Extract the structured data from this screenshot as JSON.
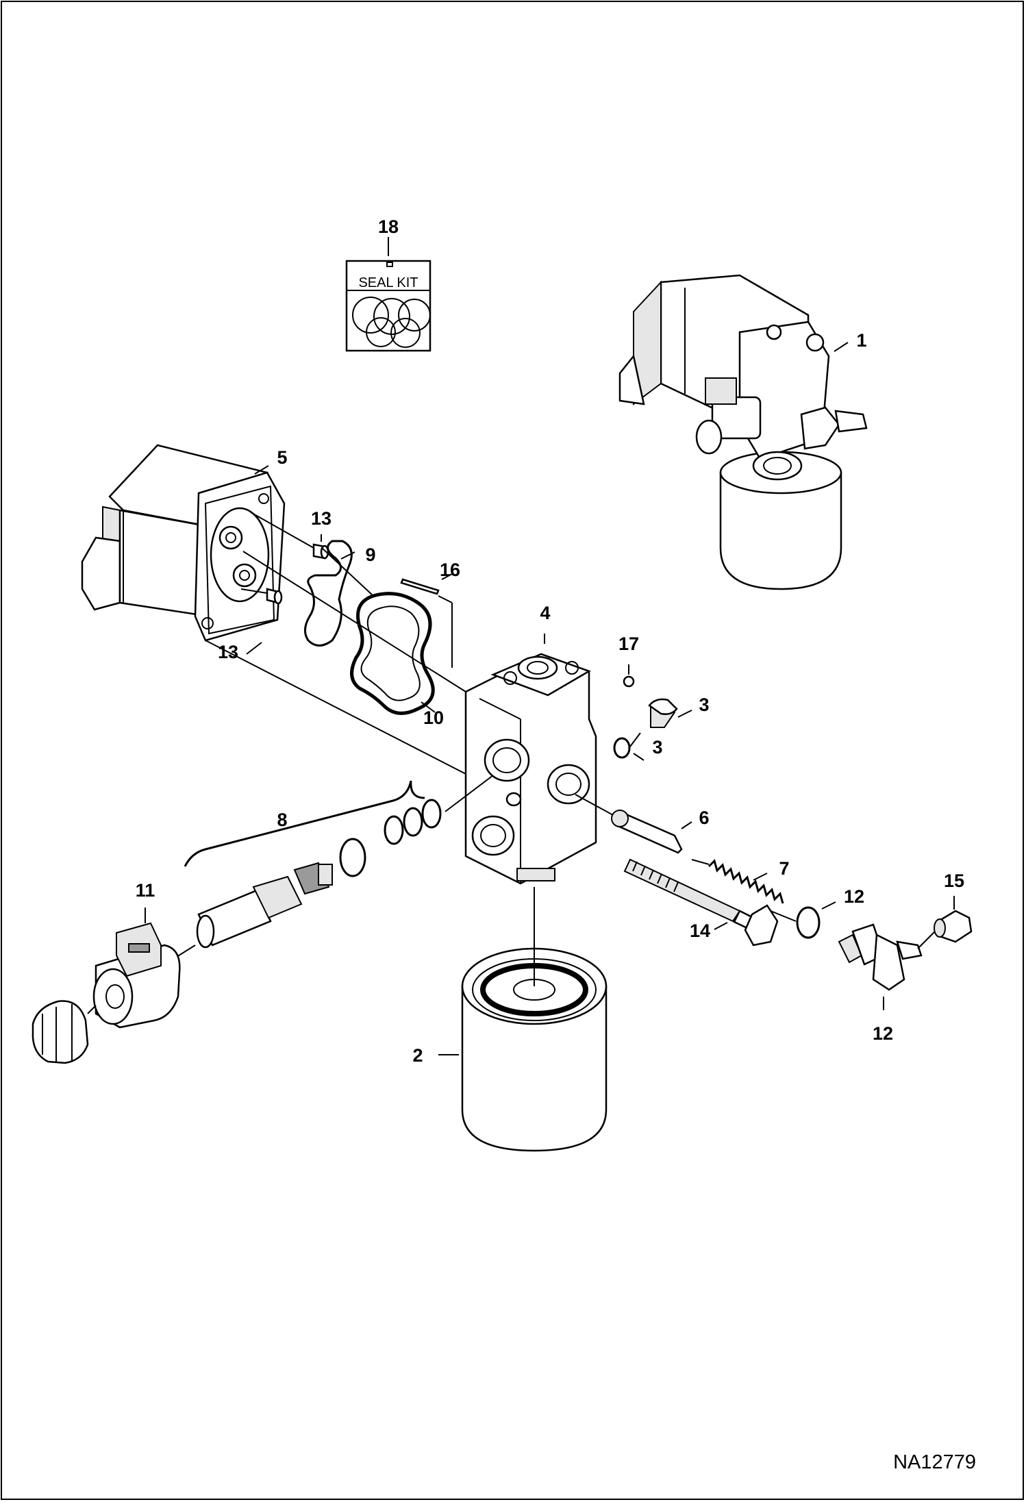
{
  "drawing_id": "NA12779",
  "seal_kit_label": "SEAL KIT",
  "callouts": [
    {
      "id": "c18",
      "label": "18"
    },
    {
      "id": "c1",
      "label": "1"
    },
    {
      "id": "c5",
      "label": "5"
    },
    {
      "id": "c13a",
      "label": "13"
    },
    {
      "id": "c9",
      "label": "9"
    },
    {
      "id": "c16",
      "label": "16"
    },
    {
      "id": "c4",
      "label": "4"
    },
    {
      "id": "c17",
      "label": "17"
    },
    {
      "id": "c13b",
      "label": "13"
    },
    {
      "id": "c10",
      "label": "10"
    },
    {
      "id": "c3a",
      "label": "3"
    },
    {
      "id": "c3b",
      "label": "3"
    },
    {
      "id": "c8",
      "label": "8"
    },
    {
      "id": "c6",
      "label": "6"
    },
    {
      "id": "c7",
      "label": "7"
    },
    {
      "id": "c11",
      "label": "11"
    },
    {
      "id": "c12a",
      "label": "12"
    },
    {
      "id": "c15",
      "label": "15"
    },
    {
      "id": "c14",
      "label": "14"
    },
    {
      "id": "c2",
      "label": "2"
    },
    {
      "id": "c12b",
      "label": "12"
    }
  ]
}
